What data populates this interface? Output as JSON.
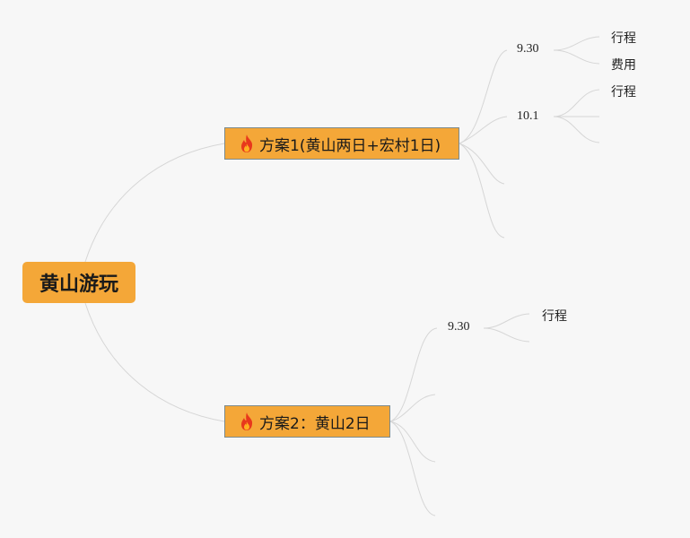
{
  "root": {
    "label": "黄山游玩"
  },
  "plans": [
    {
      "label": "方案1(黄山两日+宏村1日)",
      "icon": "fire-icon",
      "days": [
        {
          "label": "9.30",
          "items": [
            "行程",
            "费用"
          ]
        },
        {
          "label": "10.1",
          "items": [
            "行程"
          ]
        }
      ]
    },
    {
      "label": "方案2：黄山2日",
      "icon": "fire-icon",
      "days": [
        {
          "label": "9.30",
          "items": [
            "行程"
          ]
        }
      ]
    }
  ],
  "colors": {
    "node_fill": "#f4a738",
    "node_border": "#7c8a8c",
    "link": "#d6d6d6",
    "background": "#f7f7f7"
  }
}
